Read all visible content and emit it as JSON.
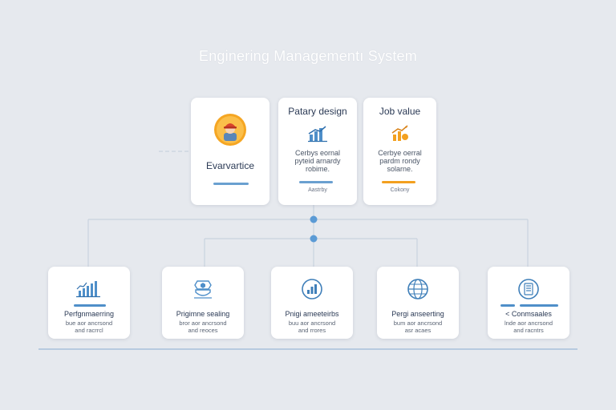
{
  "title": "Enginering Managementı System",
  "colors": {
    "accent_blue": "#4f8fc9",
    "accent_orange": "#f3a01f",
    "connector": "#c9d3df",
    "node": "#5b9bd5",
    "baseline": "#9bb8d8"
  },
  "top_cards": [
    {
      "icon": "engineer-avatar-icon",
      "heading": "Evarvartice",
      "desc": "",
      "footer": "",
      "bar_color": "#6aa0d0"
    },
    {
      "icon": "bar-chart-icon",
      "heading": "Patary design",
      "desc": "Cerbys eornal\npyteid arnardy\nrobime.",
      "footer": "Aastrby",
      "bar_color": "#6aa0d0"
    },
    {
      "icon": "coins-chart-icon",
      "heading": "Job value",
      "desc": "Cerbye oerral\npardm rondy\nsolarne.",
      "footer": "Cokony",
      "bar_color": "#f3a01f"
    }
  ],
  "bottom_cards": [
    {
      "icon": "growth-chart-icon",
      "title": "Perfgnmaerring",
      "desc": "bue aor ancrsond\nand racrrcl",
      "prefix": ""
    },
    {
      "icon": "shield-badge-icon",
      "title": "Prigimne sealing",
      "desc": "bror aor ancrsond\nand reoces",
      "prefix": ""
    },
    {
      "icon": "circle-chart-icon",
      "title": "Pnigi ameeteirbs",
      "desc": "buu aor ancrsond\nand rrores",
      "prefix": ""
    },
    {
      "icon": "globe-grid-icon",
      "title": "Pergi anseerting",
      "desc": "bum aor ancrsond\nasr acaes",
      "prefix": ""
    },
    {
      "icon": "list-doc-icon",
      "title": "Conmsaales",
      "desc": "lnde aor ancrsond\nand racntrs",
      "prefix": "<"
    }
  ]
}
